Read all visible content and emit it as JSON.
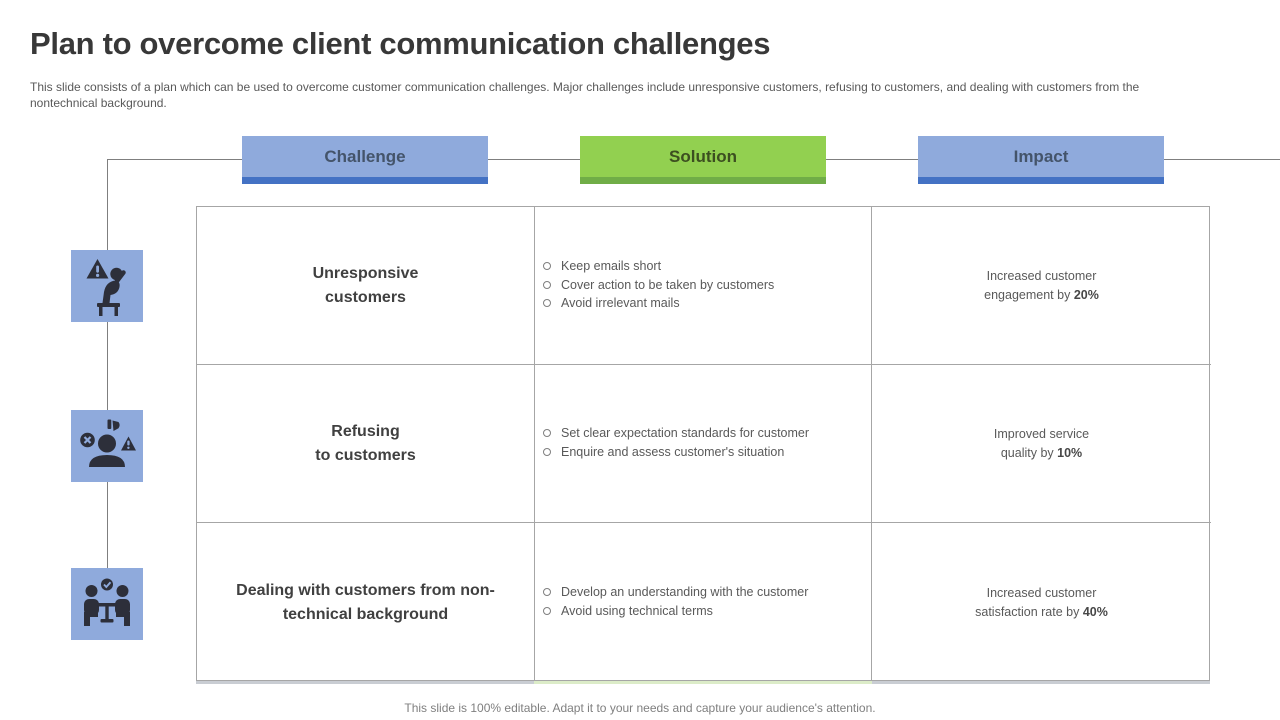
{
  "slide": {
    "title": "Plan to overcome client communication challenges",
    "subtitle": "This slide consists of a plan which can be used to overcome customer communication challenges. Major challenges include unresponsive customers, refusing to customers, and dealing with customers from the nontechnical background.",
    "footer": "This slide is 100% editable. Adapt it to your needs and capture your audience's attention."
  },
  "headers": {
    "challenge": "Challenge",
    "solution": "Solution",
    "impact": "Impact"
  },
  "theme": {
    "accent_blue": "#8faadc",
    "accent_blue_dark": "#4472c4",
    "accent_green": "#92d050",
    "accent_green_dark": "#70ad47",
    "border_gray": "#a6a6a6",
    "connector_gray": "#7f7f7f",
    "icon_glyph": "#2d2f3a"
  },
  "rows": [
    {
      "icon": "frustrated-customer-icon",
      "challenge": {
        "line1": "Unresponsive",
        "line2": "customers"
      },
      "solutions": [
        "Keep emails short",
        "Cover action to be taken by customers",
        "Avoid irrelevant mails"
      ],
      "impact": {
        "line1": "Increased customer",
        "line2": "engagement by ",
        "value": "20%"
      }
    },
    {
      "icon": "refusing-customer-icon",
      "challenge": {
        "line1": "Refusing",
        "line2": "to customers"
      },
      "solutions": [
        "Set clear expectation standards for customer",
        "Enquire and assess customer's situation"
      ],
      "impact": {
        "line1": "Improved service",
        "line2": "quality by ",
        "value": "10%"
      }
    },
    {
      "icon": "nontechnical-meeting-icon",
      "challenge": {
        "line1": "Dealing with customers from non-",
        "line2": "technical background"
      },
      "solutions": [
        "Develop an understanding with the customer",
        "Avoid using technical terms"
      ],
      "impact": {
        "line1": "Increased customer",
        "line2": "satisfaction rate by ",
        "value": "40%"
      }
    }
  ]
}
